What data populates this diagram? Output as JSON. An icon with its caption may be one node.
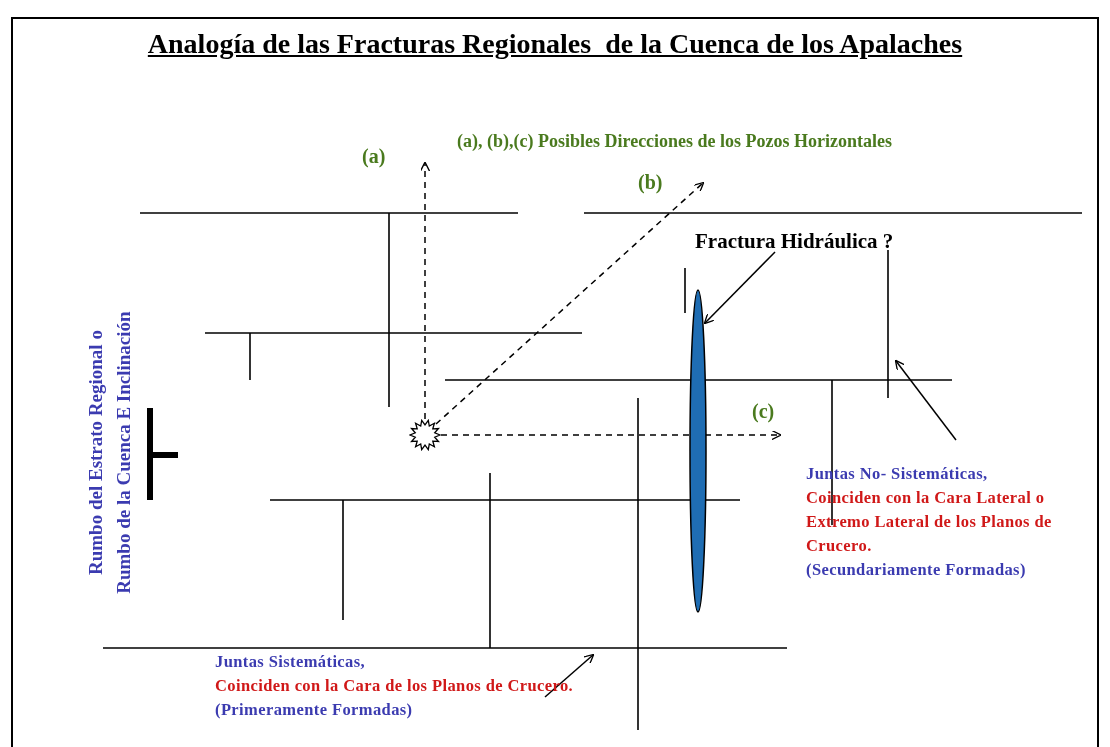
{
  "diagram": {
    "title": "Analogía de las Fracturas Regionales  de la Cuenca de los Apalaches",
    "nodes": [
      {
        "text": [],
        "shape": "star"
      },
      {
        "text": [],
        "shape": "ellipse"
      },
      {
        "text": [
          "Fractura Hidráulica ?"
        ]
      },
      {
        "text": [
          "Juntas No- Sistemáticas,",
          "Coinciden con la Cara Lateral o Extremo Lateral de los Planos de Crucero.",
          "(Secundariamente Formadas)"
        ]
      },
      {
        "text": [
          "Juntas Sistemáticas,",
          "Coinciden con la Cara de los Planos de Crucero.",
          "(Primeramente Formadas)"
        ]
      }
    ],
    "edges": [
      {
        "from": 0,
        "to": null,
        "arrow": "to",
        "style": "dashed",
        "label": "(a)"
      },
      {
        "from": 0,
        "to": null,
        "arrow": "to",
        "style": "dashed",
        "label": "(b)"
      },
      {
        "from": 0,
        "to": null,
        "arrow": "to",
        "style": "dashed",
        "label": "(c)"
      },
      {
        "from": 2,
        "to": 1,
        "arrow": "to"
      },
      {
        "from": 3,
        "to": null,
        "arrow": "to"
      },
      {
        "from": 4,
        "to": null,
        "arrow": "to"
      }
    ],
    "labels": [
      "(a), (b),(c) Posibles Direcciones de los Pozos Horizontales",
      "Rumbo del Estrato Regional o Rumbo de la Cuenca E Inclinación"
    ]
  }
}
